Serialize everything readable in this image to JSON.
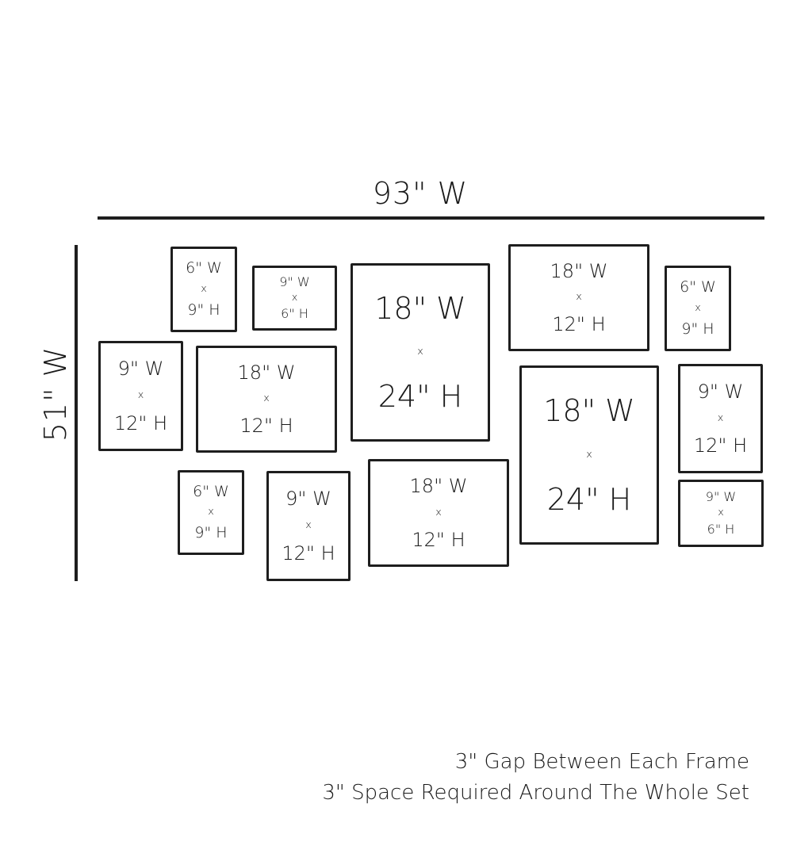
{
  "total_width_label": "93\" W",
  "total_height_label": "51\" W",
  "frames": [
    {
      "w": "6\" W",
      "x": "x",
      "h": "9\" H"
    },
    {
      "w": "9\" W",
      "x": "x",
      "h": "6\" H"
    },
    {
      "w": "18\" W",
      "x": "x",
      "h": "24\" H"
    },
    {
      "w": "18\" W",
      "x": "x",
      "h": "12\" H"
    },
    {
      "w": "6\" W",
      "x": "x",
      "h": "9\" H"
    },
    {
      "w": "9\" W",
      "x": "x",
      "h": "12\" H"
    },
    {
      "w": "18\" W",
      "x": "x",
      "h": "12\" H"
    },
    {
      "w": "18\" W",
      "x": "x",
      "h": "24\" H"
    },
    {
      "w": "9\" W",
      "x": "x",
      "h": "12\" H"
    },
    {
      "w": "9\" W",
      "x": "x",
      "h": "6\" H"
    },
    {
      "w": "6\" W",
      "x": "x",
      "h": "9\" H"
    },
    {
      "w": "9\" W",
      "x": "x",
      "h": "12\" H"
    },
    {
      "w": "18\" W",
      "x": "x",
      "h": "12\" H"
    }
  ],
  "notes": [
    "3\" Gap Between Each Frame",
    "3\" Space Required Around The Whole Set"
  ]
}
